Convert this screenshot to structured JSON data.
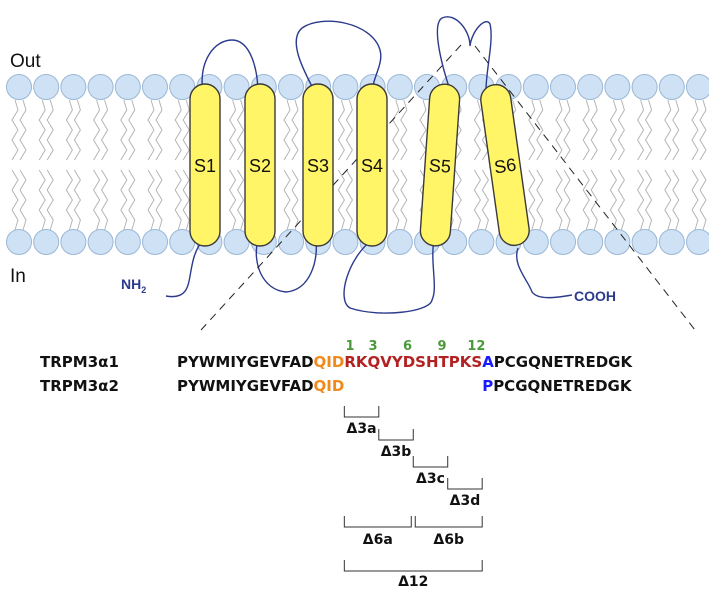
{
  "membrane": {
    "out_label": "Out",
    "in_label": "In",
    "nh2_label": "NH",
    "nh2_subscript": "2",
    "cooh_label": "COOH",
    "segments": [
      "S1",
      "S2",
      "S3",
      "S4",
      "S5",
      "S6"
    ],
    "colors": {
      "helix_fill": "#fff566",
      "helix_stroke": "#3a3a3a",
      "head_fill": "#cfe2f5",
      "head_stroke": "#9ab7d6",
      "tail": "#b5b5b5",
      "loop": "#2b3a8c"
    }
  },
  "sequences": {
    "rows": [
      {
        "name": "TRPM3α1",
        "parts": [
          {
            "text": "PYWMIYGEVFAD",
            "color": "#111111"
          },
          {
            "text": "QID",
            "color": "#f08a1c"
          },
          {
            "text": "RKQVYDSHTPKS",
            "color": "#b22222"
          },
          {
            "text": "A",
            "color": "#1a1aff"
          },
          {
            "text": "PCGQNETREDGK",
            "color": "#111111"
          }
        ]
      },
      {
        "name": "TRPM3α2",
        "parts": [
          {
            "text": "PYWMIYGEVFAD",
            "color": "#111111"
          },
          {
            "text": "QID",
            "color": "#f08a1c"
          },
          {
            "text": "",
            "color": "#b22222"
          },
          {
            "text": "P",
            "color": "#1a1aff"
          },
          {
            "text": "PCGQNETREDGK",
            "color": "#111111"
          }
        ]
      }
    ],
    "position_numbers": [
      "1",
      "3",
      "6",
      "9",
      "12"
    ],
    "number_color": "#4a9a3a"
  },
  "deletions": [
    "Δ3a",
    "Δ3b",
    "Δ3c",
    "Δ3d",
    "Δ6a",
    "Δ6b",
    "Δ12"
  ]
}
